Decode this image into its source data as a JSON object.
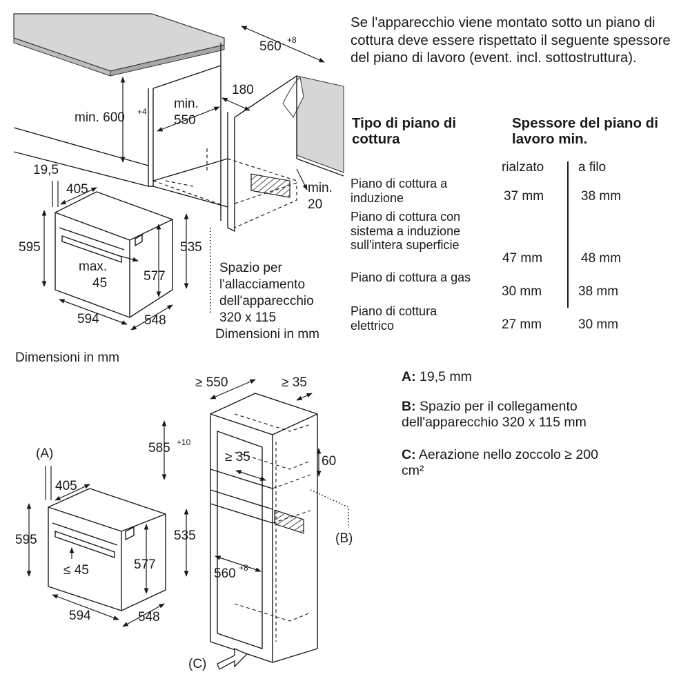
{
  "intro_text": "Se l'apparecchio viene montato sotto un piano di cottura deve essere rispettato il seguente spessore del piano di lavoro (event. incl. sottostruttura).",
  "table": {
    "col1_header": "Tipo di piano di cottura",
    "col2_header": "Spessore del piano di lavoro min.",
    "sub_raised": "rialzato",
    "sub_flush": "a filo",
    "rows": [
      {
        "label": "Piano di cottura a induzione",
        "raised": "37 mm",
        "flush": "38 mm"
      },
      {
        "label": "Piano di cottura con sistema a induzione sull'intera superficie",
        "raised": "47 mm",
        "flush": "48 mm"
      },
      {
        "label": "Piano di cottura a gas",
        "raised": "30 mm",
        "flush": "38 mm"
      },
      {
        "label": "Piano di cottura elettrico",
        "raised": "27 mm",
        "flush": "30 mm"
      }
    ]
  },
  "top_diagram": {
    "dims": {
      "w560": "560",
      "w560_sup": "+8",
      "h600": "min. 600",
      "h600_sup": "+4",
      "min550_a": "min.",
      "min550_b": "550",
      "d180": "180",
      "min20_a": "min.",
      "min20_b": "20",
      "d19_5": "19,5",
      "d405": "405",
      "d595": "595",
      "max45_a": "max.",
      "max45_b": "45",
      "d577": "577",
      "d535": "535",
      "d594": "594",
      "d548": "548"
    },
    "connection_note": [
      "Spazio per",
      "l'allacciamento",
      "dell'apparecchio",
      "320 x 115"
    ],
    "units_note": "Dimensioni in mm"
  },
  "bottom_diagram": {
    "units_note": "Dimensioni in mm",
    "dims": {
      "ge550": "≥ 550",
      "ge35_top": "≥ 35",
      "d585": "585",
      "d585_sup": "+10",
      "ge35_mid": "≥ 35",
      "d60": "60",
      "label_A": "(A)",
      "label_B": "(B)",
      "label_C": "(C)",
      "d405": "405",
      "d595": "595",
      "le45": "≤ 45",
      "d577": "577",
      "d535": "535",
      "d594": "594",
      "d548": "548",
      "d560": "560",
      "d560_sup": "+8"
    }
  },
  "legend": [
    {
      "key": "A:",
      "text": "19,5 mm"
    },
    {
      "key": "B:",
      "text": "Spazio per il collegamento dell'apparecchio 320 x 115 mm"
    },
    {
      "key": "C:",
      "text": "Aerazione nello zoccolo ≥ 200 cm²"
    }
  ],
  "colors": {
    "line": "#1a1a1a",
    "counter_top": "#d6d6d6",
    "hatch": "#333333",
    "background": "#ffffff"
  }
}
